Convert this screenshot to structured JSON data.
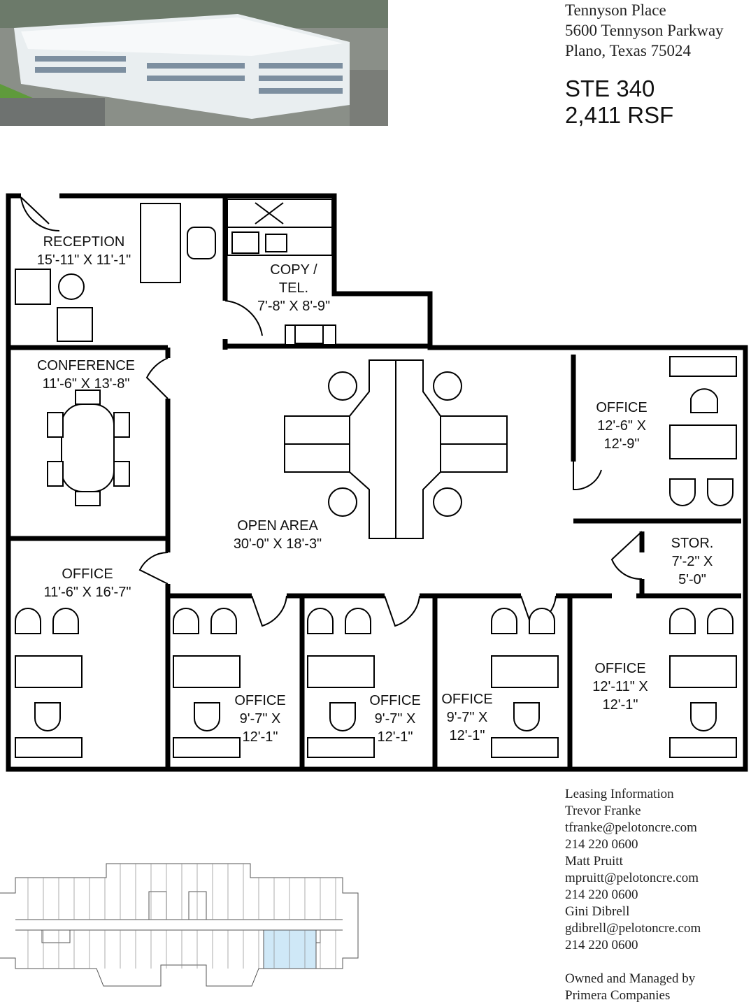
{
  "header": {
    "building_name": "Tennyson Place",
    "street": "5600 Tennyson Parkway",
    "city": "Plano, Texas 75024",
    "suite": "STE 340",
    "area": "2,411 RSF"
  },
  "rooms": {
    "reception": {
      "name": "RECEPTION",
      "dims": "15'-11\" X 11'-1\""
    },
    "copy": {
      "name": "COPY /",
      "name2": "TEL.",
      "dims": "7'-8\" X 8'-9\""
    },
    "conference": {
      "name": "CONFERENCE",
      "dims": "11'-6\" X 13'-8\""
    },
    "open_area": {
      "name": "OPEN AREA",
      "dims": "30'-0\" X 18'-3\""
    },
    "office_ne": {
      "name": "OFFICE",
      "dims": "12'-6\" X",
      "dims2": "12'-9\""
    },
    "storage": {
      "name": "STOR.",
      "dims": "7'-2\" X",
      "dims2": "5'-0\""
    },
    "office_w": {
      "name": "OFFICE",
      "dims": "11'-6\" X 16'-7\""
    },
    "office_1": {
      "name": "OFFICE",
      "dims": "9'-7\" X",
      "dims2": "12'-1\""
    },
    "office_2": {
      "name": "OFFICE",
      "dims": "9'-7\" X",
      "dims2": "12'-1\""
    },
    "office_3": {
      "name": "OFFICE",
      "dims": "9'-7\" X",
      "dims2": "12'-1\""
    },
    "office_se": {
      "name": "OFFICE",
      "dims": "12'-11\" X",
      "dims2": "12'-1\""
    }
  },
  "keyplan": {
    "highlight_color": "#cfe8f7"
  },
  "leasing": {
    "title": "Leasing Information",
    "contacts": [
      {
        "name": "Trevor Franke",
        "email": "tfranke@pelotoncre.com",
        "phone": "214 220 0600"
      },
      {
        "name": "Matt Pruitt",
        "email": "mpruitt@pelotoncre.com",
        "phone": "214 220 0600"
      },
      {
        "name": "Gini Dibrell",
        "email": "gdibrell@pelotoncre.com",
        "phone": "214 220 0600"
      }
    ]
  },
  "owner": {
    "line1": "Owned and Managed by",
    "line2": "Primera Companies"
  }
}
